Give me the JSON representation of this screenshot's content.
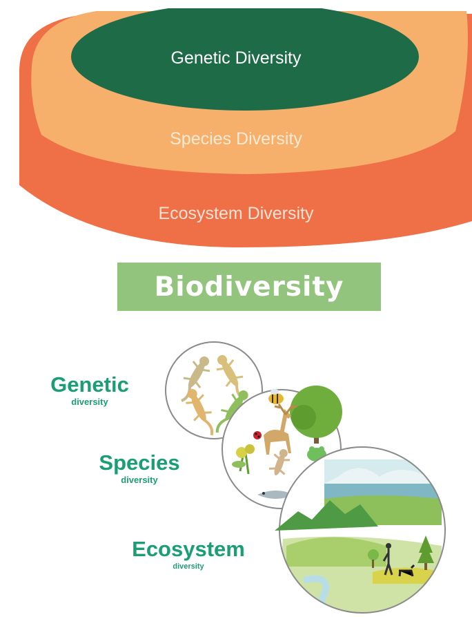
{
  "layers": {
    "genetic": "Genetic Diversity",
    "species": "Species Diversity",
    "ecosystem": "Ecosystem Diversity"
  },
  "banner": {
    "title": "Biodiversity"
  },
  "levels": [
    {
      "name": "Genetic",
      "sub": "diversity"
    },
    {
      "name": "Species",
      "sub": "diversity"
    },
    {
      "name": "Ecosystem",
      "sub": "diversity"
    }
  ],
  "colors": {
    "genetic": "#1e6b48",
    "species": "#f6b06b",
    "ecosystem": "#ef6f47",
    "banner": "#93c47d",
    "level_text": "#1a9e73"
  }
}
